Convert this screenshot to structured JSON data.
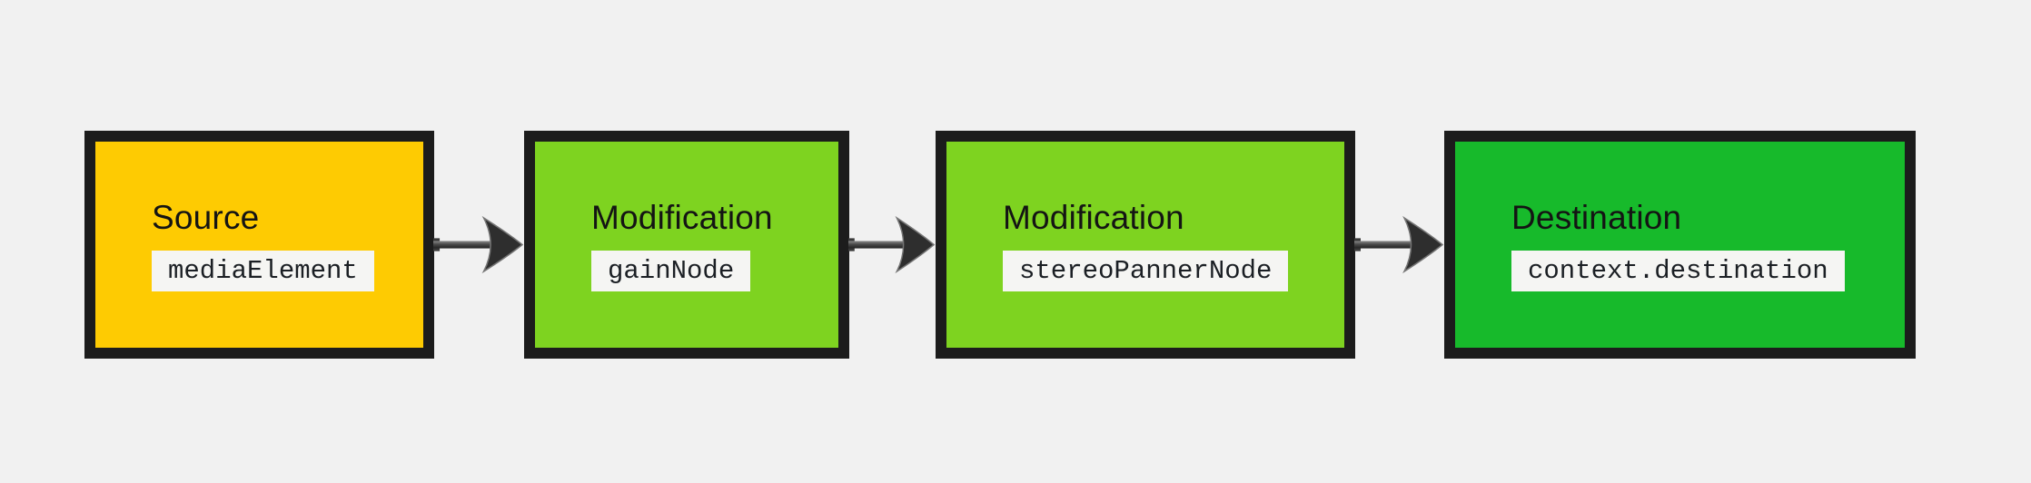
{
  "diagram": {
    "description_colors": {
      "background": "#f1f1f1",
      "box_border": "#1c1c1c",
      "source_fill": "#fecb02",
      "modification_fill": "#7ed320",
      "destination_fill": "#17ba2b",
      "chip_background": "#f5f5f3",
      "chip_text": "#1b1f24",
      "title_text": "#141414",
      "arrow_body": "#2e2e2e",
      "arrow_outline": "#757575"
    },
    "nodes": [
      {
        "role": "Source",
        "code": "mediaElement",
        "fill": "#fecb02"
      },
      {
        "role": "Modification",
        "code": "gainNode",
        "fill": "#7ed320"
      },
      {
        "role": "Modification",
        "code": "stereoPannerNode",
        "fill": "#7ed320"
      },
      {
        "role": "Destination",
        "code": "context.destination",
        "fill": "#17ba2b"
      }
    ]
  }
}
